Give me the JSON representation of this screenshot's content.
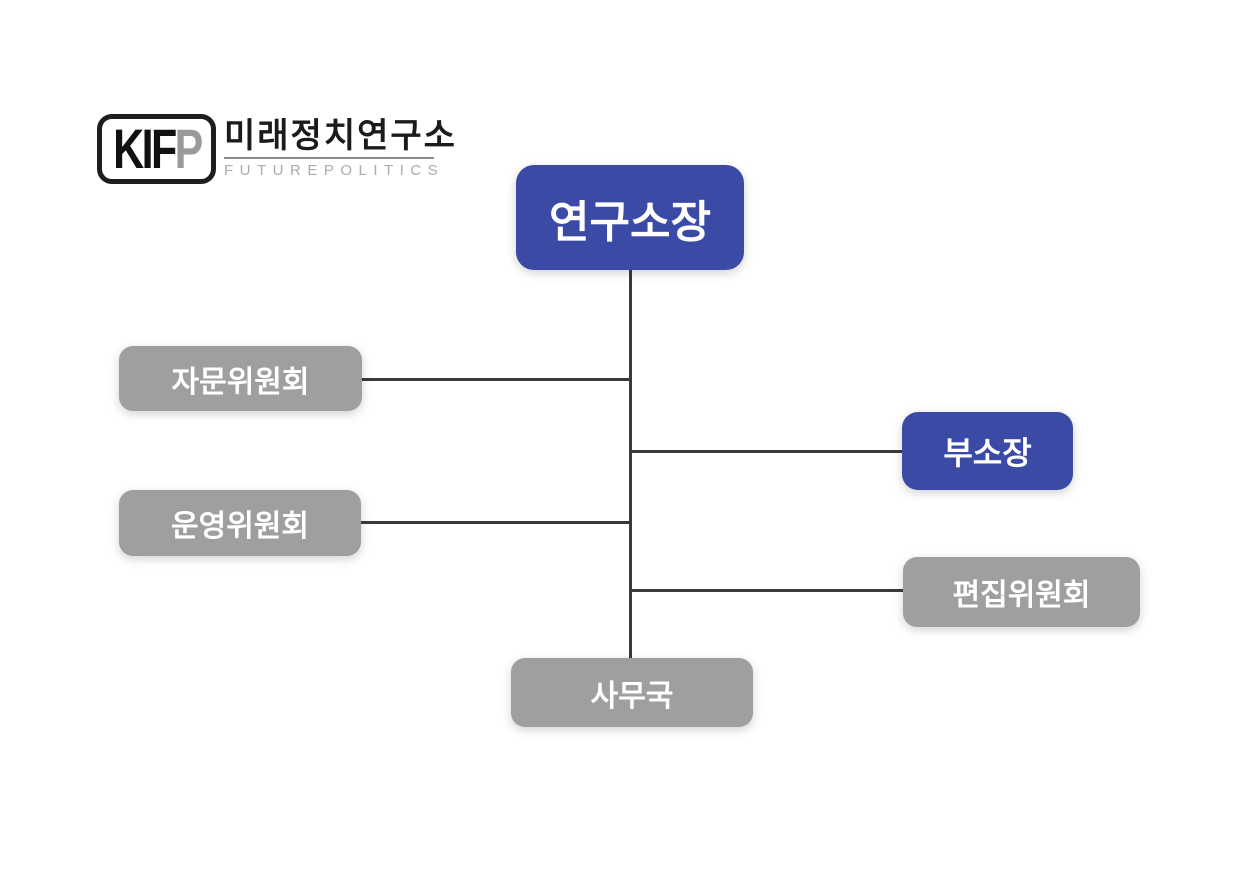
{
  "page": {
    "background": "#ffffff",
    "description": "Organization chart of the Korea Institute for Future Politics (KIFP)"
  },
  "logo": {
    "badge_black": "KIF",
    "badge_gray": "P",
    "org_name_ko": "미래정치연구소",
    "org_name_en": "FUTUREPOLITICS"
  },
  "colors": {
    "primary_blue": "#3b4aa5",
    "box_gray": "#9f9f9f",
    "connector_dark": "#3a3a3a",
    "node_text": "#ffffff",
    "logo_black": "#1e1e1e",
    "logo_gray": "#9a9a9a"
  },
  "chart": {
    "nodes": [
      {
        "id": "director",
        "label": "연구소장",
        "color": "blue",
        "level": 1
      },
      {
        "id": "advisory",
        "label": "자문위원회",
        "color": "gray",
        "level": 2
      },
      {
        "id": "deputy",
        "label": "부소장",
        "color": "blue",
        "level": 2
      },
      {
        "id": "steering",
        "label": "운영위원회",
        "color": "gray",
        "level": 2
      },
      {
        "id": "editorial",
        "label": "편집위원회",
        "color": "gray",
        "level": 2
      },
      {
        "id": "secretariat",
        "label": "사무국",
        "color": "gray",
        "level": 2
      }
    ],
    "edges": [
      {
        "from": "director",
        "to": "advisory"
      },
      {
        "from": "director",
        "to": "deputy"
      },
      {
        "from": "director",
        "to": "steering"
      },
      {
        "from": "director",
        "to": "editorial"
      },
      {
        "from": "director",
        "to": "secretariat"
      }
    ]
  }
}
